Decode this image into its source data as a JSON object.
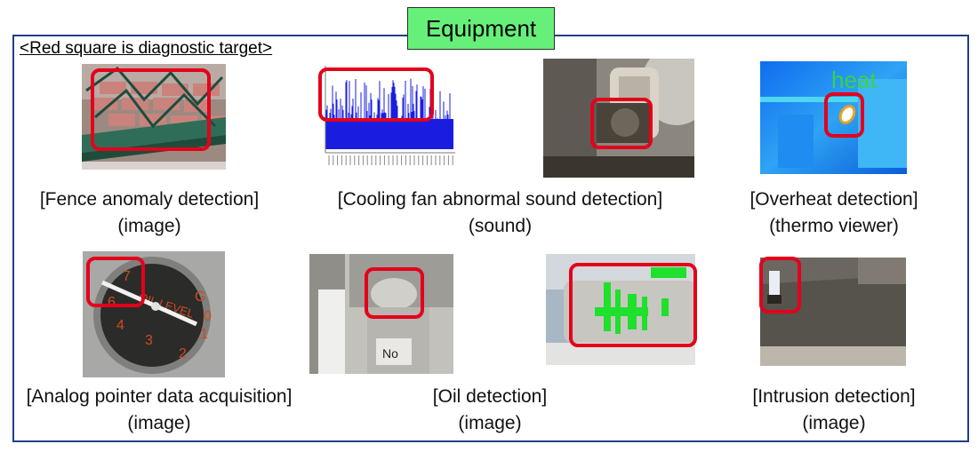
{
  "title": "Equipment",
  "note": "<Red square is diagnostic target>",
  "items": [
    {
      "label": "[Fence anomaly detection]",
      "sub": "(image)"
    },
    {
      "label": "[Cooling fan abnormal sound detection]",
      "sub": "(sound)"
    },
    {
      "label": "[Overheat detection]",
      "sub": "(thermo viewer)"
    },
    {
      "label": "[Analog pointer data acquisition]",
      "sub": "(image)"
    },
    {
      "label": "[Oil detection]",
      "sub": "(image)"
    },
    {
      "label": "[Intrusion detection]",
      "sub": "(image)"
    }
  ],
  "thermo_overlay_text": "heat",
  "gauge_label": "OIL LEVEL",
  "colors": {
    "frame": "#1f3f86",
    "title_bg": "#66f07a",
    "target_box": "#e4001b"
  }
}
